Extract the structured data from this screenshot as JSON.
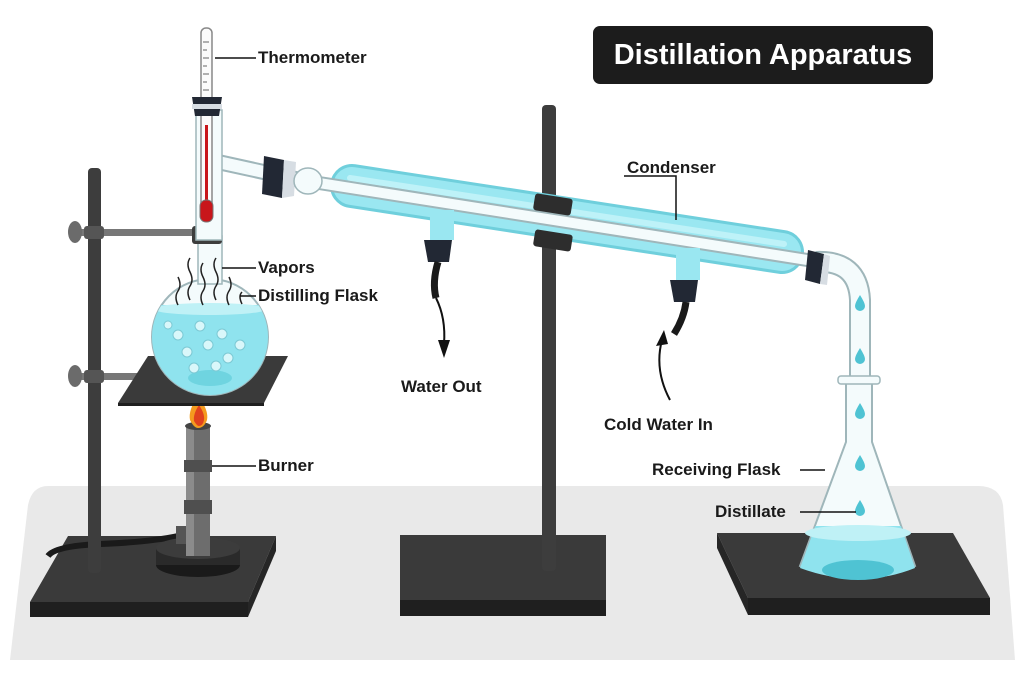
{
  "title": "Distillation Apparatus",
  "labels": {
    "thermometer": "Thermometer",
    "condenser": "Condenser",
    "vapors": "Vapors",
    "distilling_flask": "Distilling Flask",
    "water_out": "Water Out",
    "cold_water_in": "Cold Water In",
    "burner": "Burner",
    "receiving_flask": "Receiving Flask",
    "distillate": "Distillate"
  },
  "colors": {
    "water": "#8fe3ee",
    "water_dark": "#4fc3d3",
    "stand": "#3d3d3d",
    "base": "#2e2e2e",
    "table": "#e9e9e9",
    "stopper": "#222834",
    "flame": "#f49b1f",
    "mercury": "#c8161b"
  }
}
